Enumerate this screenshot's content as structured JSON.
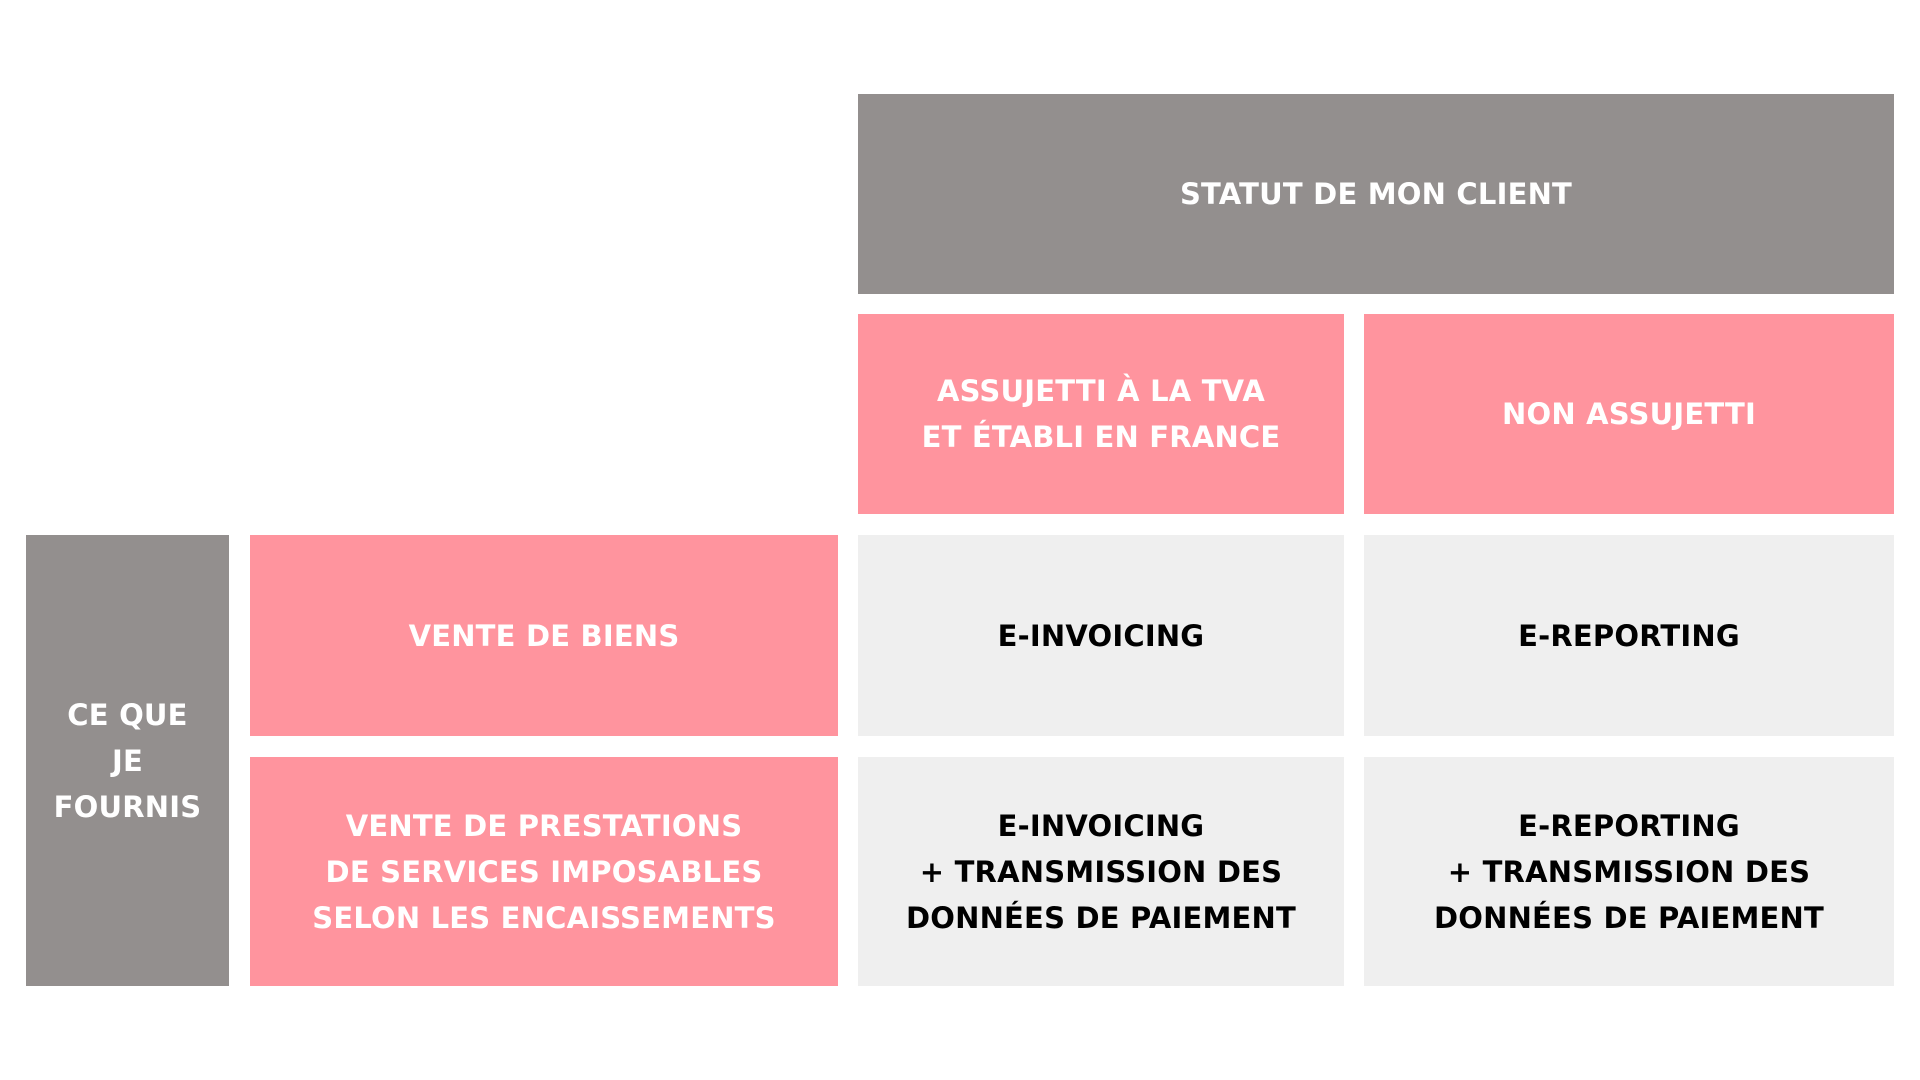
{
  "colors": {
    "gray": "#938f8e",
    "pink": "#ff949e",
    "light": "#efefef",
    "text_light": "#ffffff",
    "text_dark": "#000000"
  },
  "matrix": {
    "column_header": "STATUT DE MON CLIENT",
    "row_header": "CE QUE\nJE\nFOURNIS",
    "columns": [
      {
        "label": "ASSUJETTI À LA TVA\nET ÉTABLI EN FRANCE"
      },
      {
        "label": "NON ASSUJETTI"
      }
    ],
    "rows": [
      {
        "label": "VENTE DE BIENS",
        "cells": [
          "E-INVOICING",
          "E-REPORTING"
        ]
      },
      {
        "label": "VENTE DE PRESTATIONS\nDE SERVICES IMPOSABLES\nSELON LES ENCAISSEMENTS",
        "cells": [
          "E-INVOICING\n+ TRANSMISSION DES\nDONNÉES DE PAIEMENT",
          "E-REPORTING\n+ TRANSMISSION DES\nDONNÉES DE PAIEMENT"
        ]
      }
    ]
  }
}
